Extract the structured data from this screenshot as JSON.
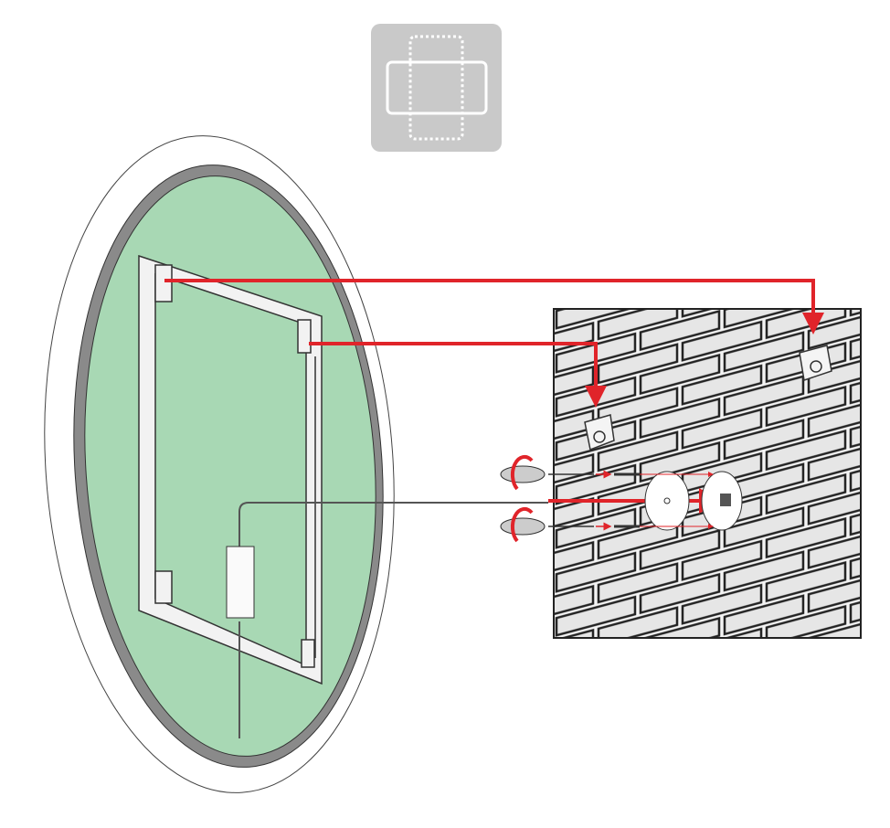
{
  "diagram": {
    "type": "mirror-wall-mounting-instructions",
    "orientation_icon": "rotate-portrait-landscape-icon",
    "colors": {
      "mirror_glass": "#a8d8b4",
      "mirror_rim": "#9a9a9a",
      "arrow": "#e0242a",
      "wall": "#e6e6e6",
      "brick_outline": "#222222",
      "icon_bg": "#c9c9c9"
    },
    "icons": [
      "orientation-icon",
      "mirror",
      "mounting-frame",
      "power-box",
      "wall-bracket",
      "screw",
      "wall-plug",
      "screwdriver",
      "rotate-arrow-icon",
      "junction-box",
      "cover-plate"
    ]
  }
}
